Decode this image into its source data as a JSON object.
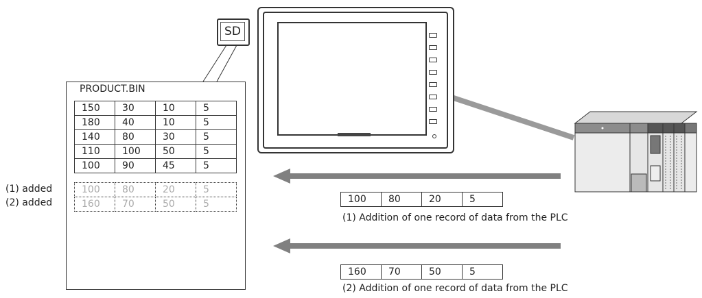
{
  "sd_card": {
    "label": "SD"
  },
  "file": {
    "name": "PRODUCT.BIN",
    "rows": [
      [
        "150",
        "30",
        "10",
        "5"
      ],
      [
        "180",
        "40",
        "10",
        "5"
      ],
      [
        "140",
        "80",
        "30",
        "5"
      ],
      [
        "110",
        "100",
        "50",
        "5"
      ],
      [
        "100",
        "90",
        "45",
        "5"
      ]
    ],
    "added_rows": [
      [
        "100",
        "80",
        "20",
        "5"
      ],
      [
        "160",
        "70",
        "50",
        "5"
      ]
    ],
    "added_labels": [
      "(1) added",
      "(2) added"
    ]
  },
  "transfers": [
    {
      "values": [
        "100",
        "80",
        "20",
        "5"
      ],
      "caption": "(1)  Addition of one record of data from the PLC"
    },
    {
      "values": [
        "160",
        "70",
        "50",
        "5"
      ],
      "caption": "(2)  Addition of one record of data from the PLC"
    }
  ],
  "colors": {
    "arrow": "#808080",
    "cable": "#9a9a9a",
    "plc_light": "#e8e8e8",
    "plc_mid": "#8c8c8c",
    "plc_dark": "#555555"
  }
}
